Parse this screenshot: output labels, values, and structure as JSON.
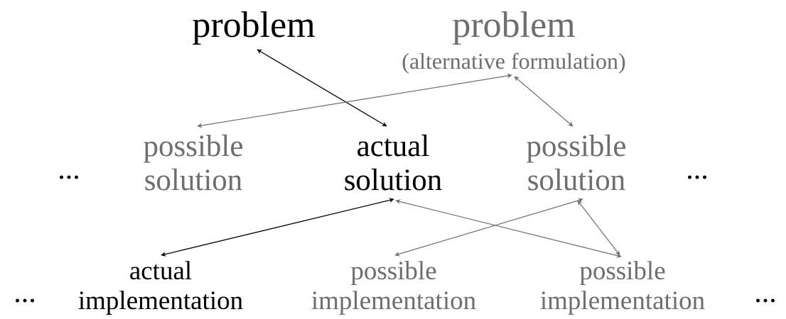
{
  "colors": {
    "primary": "#000000",
    "alternative": "#6e6e6e"
  },
  "nodes": {
    "problem": {
      "label": "problem"
    },
    "problem_alt": {
      "label": "problem",
      "sublabel": "(alternative formulation)"
    },
    "possible_solution_left": {
      "line1": "possible",
      "line2": "solution"
    },
    "actual_solution": {
      "line1": "actual",
      "line2": "solution"
    },
    "possible_solution_right": {
      "line1": "possible",
      "line2": "solution"
    },
    "actual_implementation": {
      "line1": "actual",
      "line2": "implementation"
    },
    "possible_implementation_mid": {
      "line1": "possible",
      "line2": "implementation"
    },
    "possible_implementation_right": {
      "line1": "possible",
      "line2": "implementation"
    }
  },
  "ellipses": {
    "solution_left": "...",
    "solution_right": "...",
    "implementation_left": "...",
    "implementation_right": "..."
  },
  "edges": [
    {
      "from": "problem",
      "to": "actual_solution",
      "style": "primary"
    },
    {
      "from": "problem_alt",
      "to": "possible_solution_left",
      "style": "alternative"
    },
    {
      "from": "problem_alt",
      "to": "possible_solution_right",
      "style": "alternative"
    },
    {
      "from": "actual_solution",
      "to": "actual_implementation",
      "style": "primary"
    },
    {
      "from": "actual_solution",
      "to": "possible_implementation_right",
      "style": "alternative"
    },
    {
      "from": "possible_solution_right",
      "to": "possible_implementation_mid",
      "style": "alternative"
    },
    {
      "from": "possible_solution_right",
      "to": "possible_implementation_right",
      "style": "alternative"
    }
  ]
}
